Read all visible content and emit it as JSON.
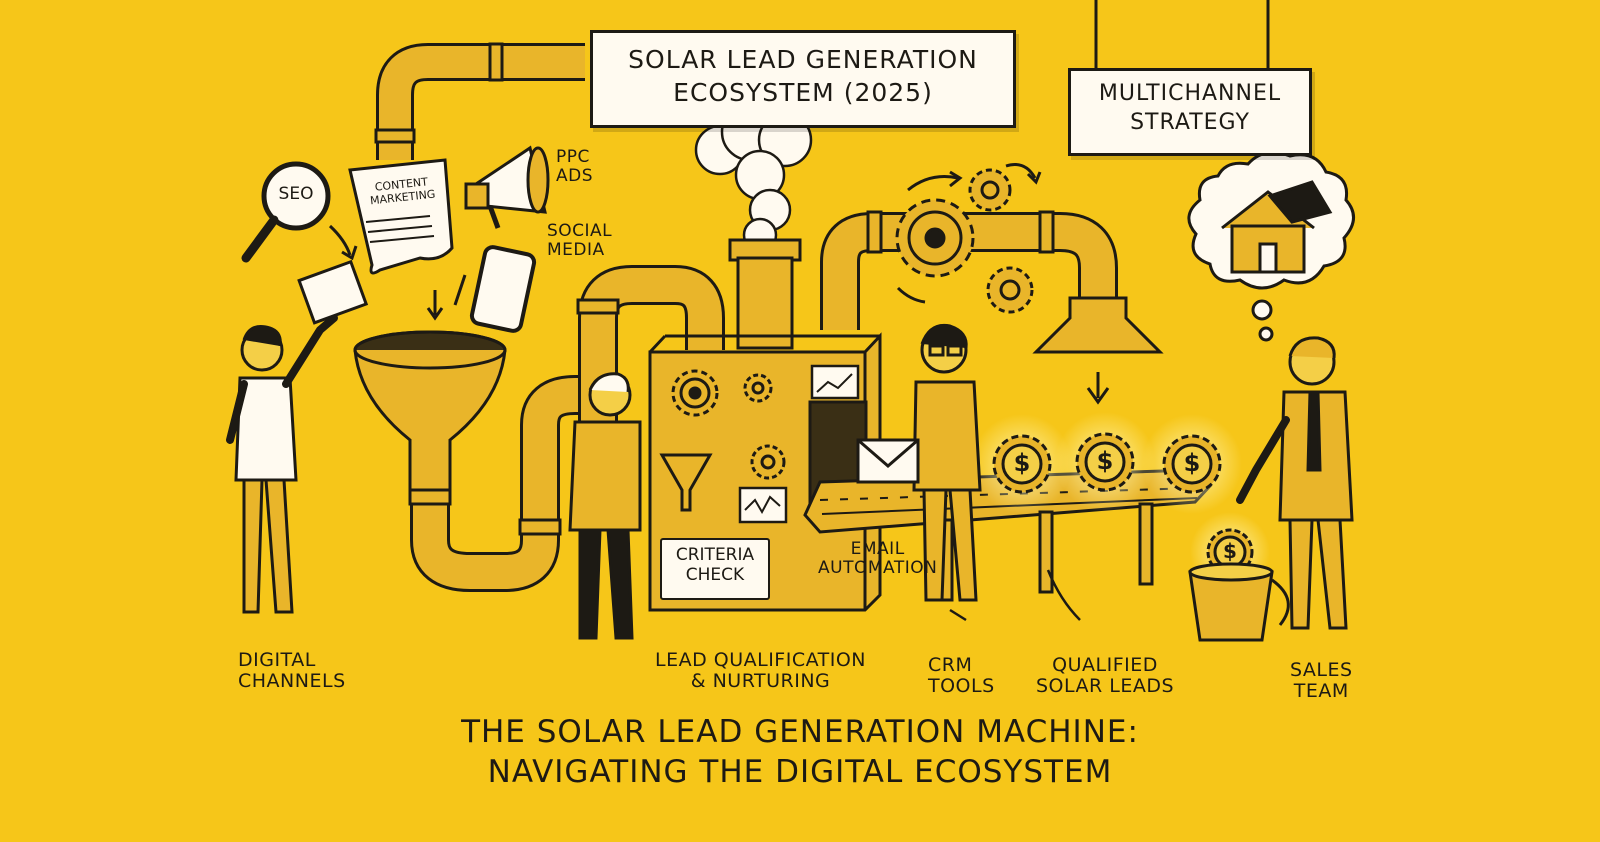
{
  "title": {
    "line1": "SOLAR LEAD GENERATION",
    "line2": "ECOSYSTEM (2025)"
  },
  "strategy_sign": {
    "line1": "MULTICHANNEL",
    "line2": "STRATEGY"
  },
  "channels": {
    "seo": "SEO",
    "content_marketing": {
      "line1": "CONTENT",
      "line2": "MARKETING"
    },
    "ppc_ads": {
      "line1": "PPC",
      "line2": "ADS"
    },
    "social_media": {
      "line1": "SOCIAL",
      "line2": "MEDIA"
    }
  },
  "machine": {
    "criteria_check": {
      "line1": "CRITERIA",
      "line2": "CHECK"
    },
    "email_automation": {
      "line1": "EMAIL",
      "line2": "AUTOMATION"
    }
  },
  "stage_labels": {
    "digital_channels": {
      "line1": "DIGITAL",
      "line2": "CHANNELS"
    },
    "lead_qualification": {
      "line1": "LEAD QUALIFICATION",
      "line2": "& NURTURING"
    },
    "crm_tools": {
      "line1": "CRM",
      "line2": "TOOLS"
    },
    "qualified_leads": {
      "line1": "QUALIFIED",
      "line2": "SOLAR LEADS"
    },
    "sales_team": {
      "line1": "SALES",
      "line2": "TEAM"
    }
  },
  "footer_title": {
    "line1": "THE SOLAR LEAD GENERATION MACHINE:",
    "line2": "NAVIGATING THE DIGITAL ECOSYSTEM"
  },
  "coin_symbol": "$",
  "colors": {
    "background": "#f6c619",
    "ink": "#1d1a14",
    "metal": "#e9b52a",
    "paper": "#fffaf0"
  }
}
